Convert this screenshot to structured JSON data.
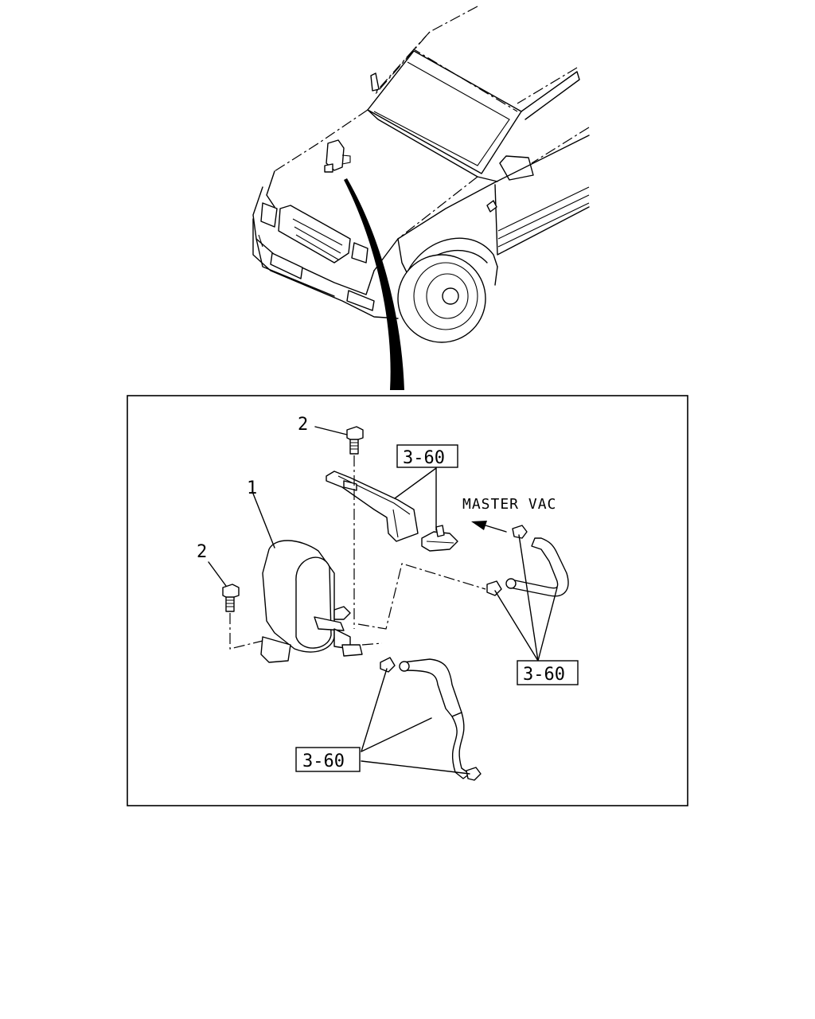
{
  "callouts": {
    "part_1": "1",
    "part_2_upper": "2",
    "part_2_left": "2",
    "ref_top": "3-60",
    "ref_right": "3-60",
    "ref_bottom": "3-60"
  },
  "annotation": {
    "master_vac": "MASTER VAC"
  }
}
